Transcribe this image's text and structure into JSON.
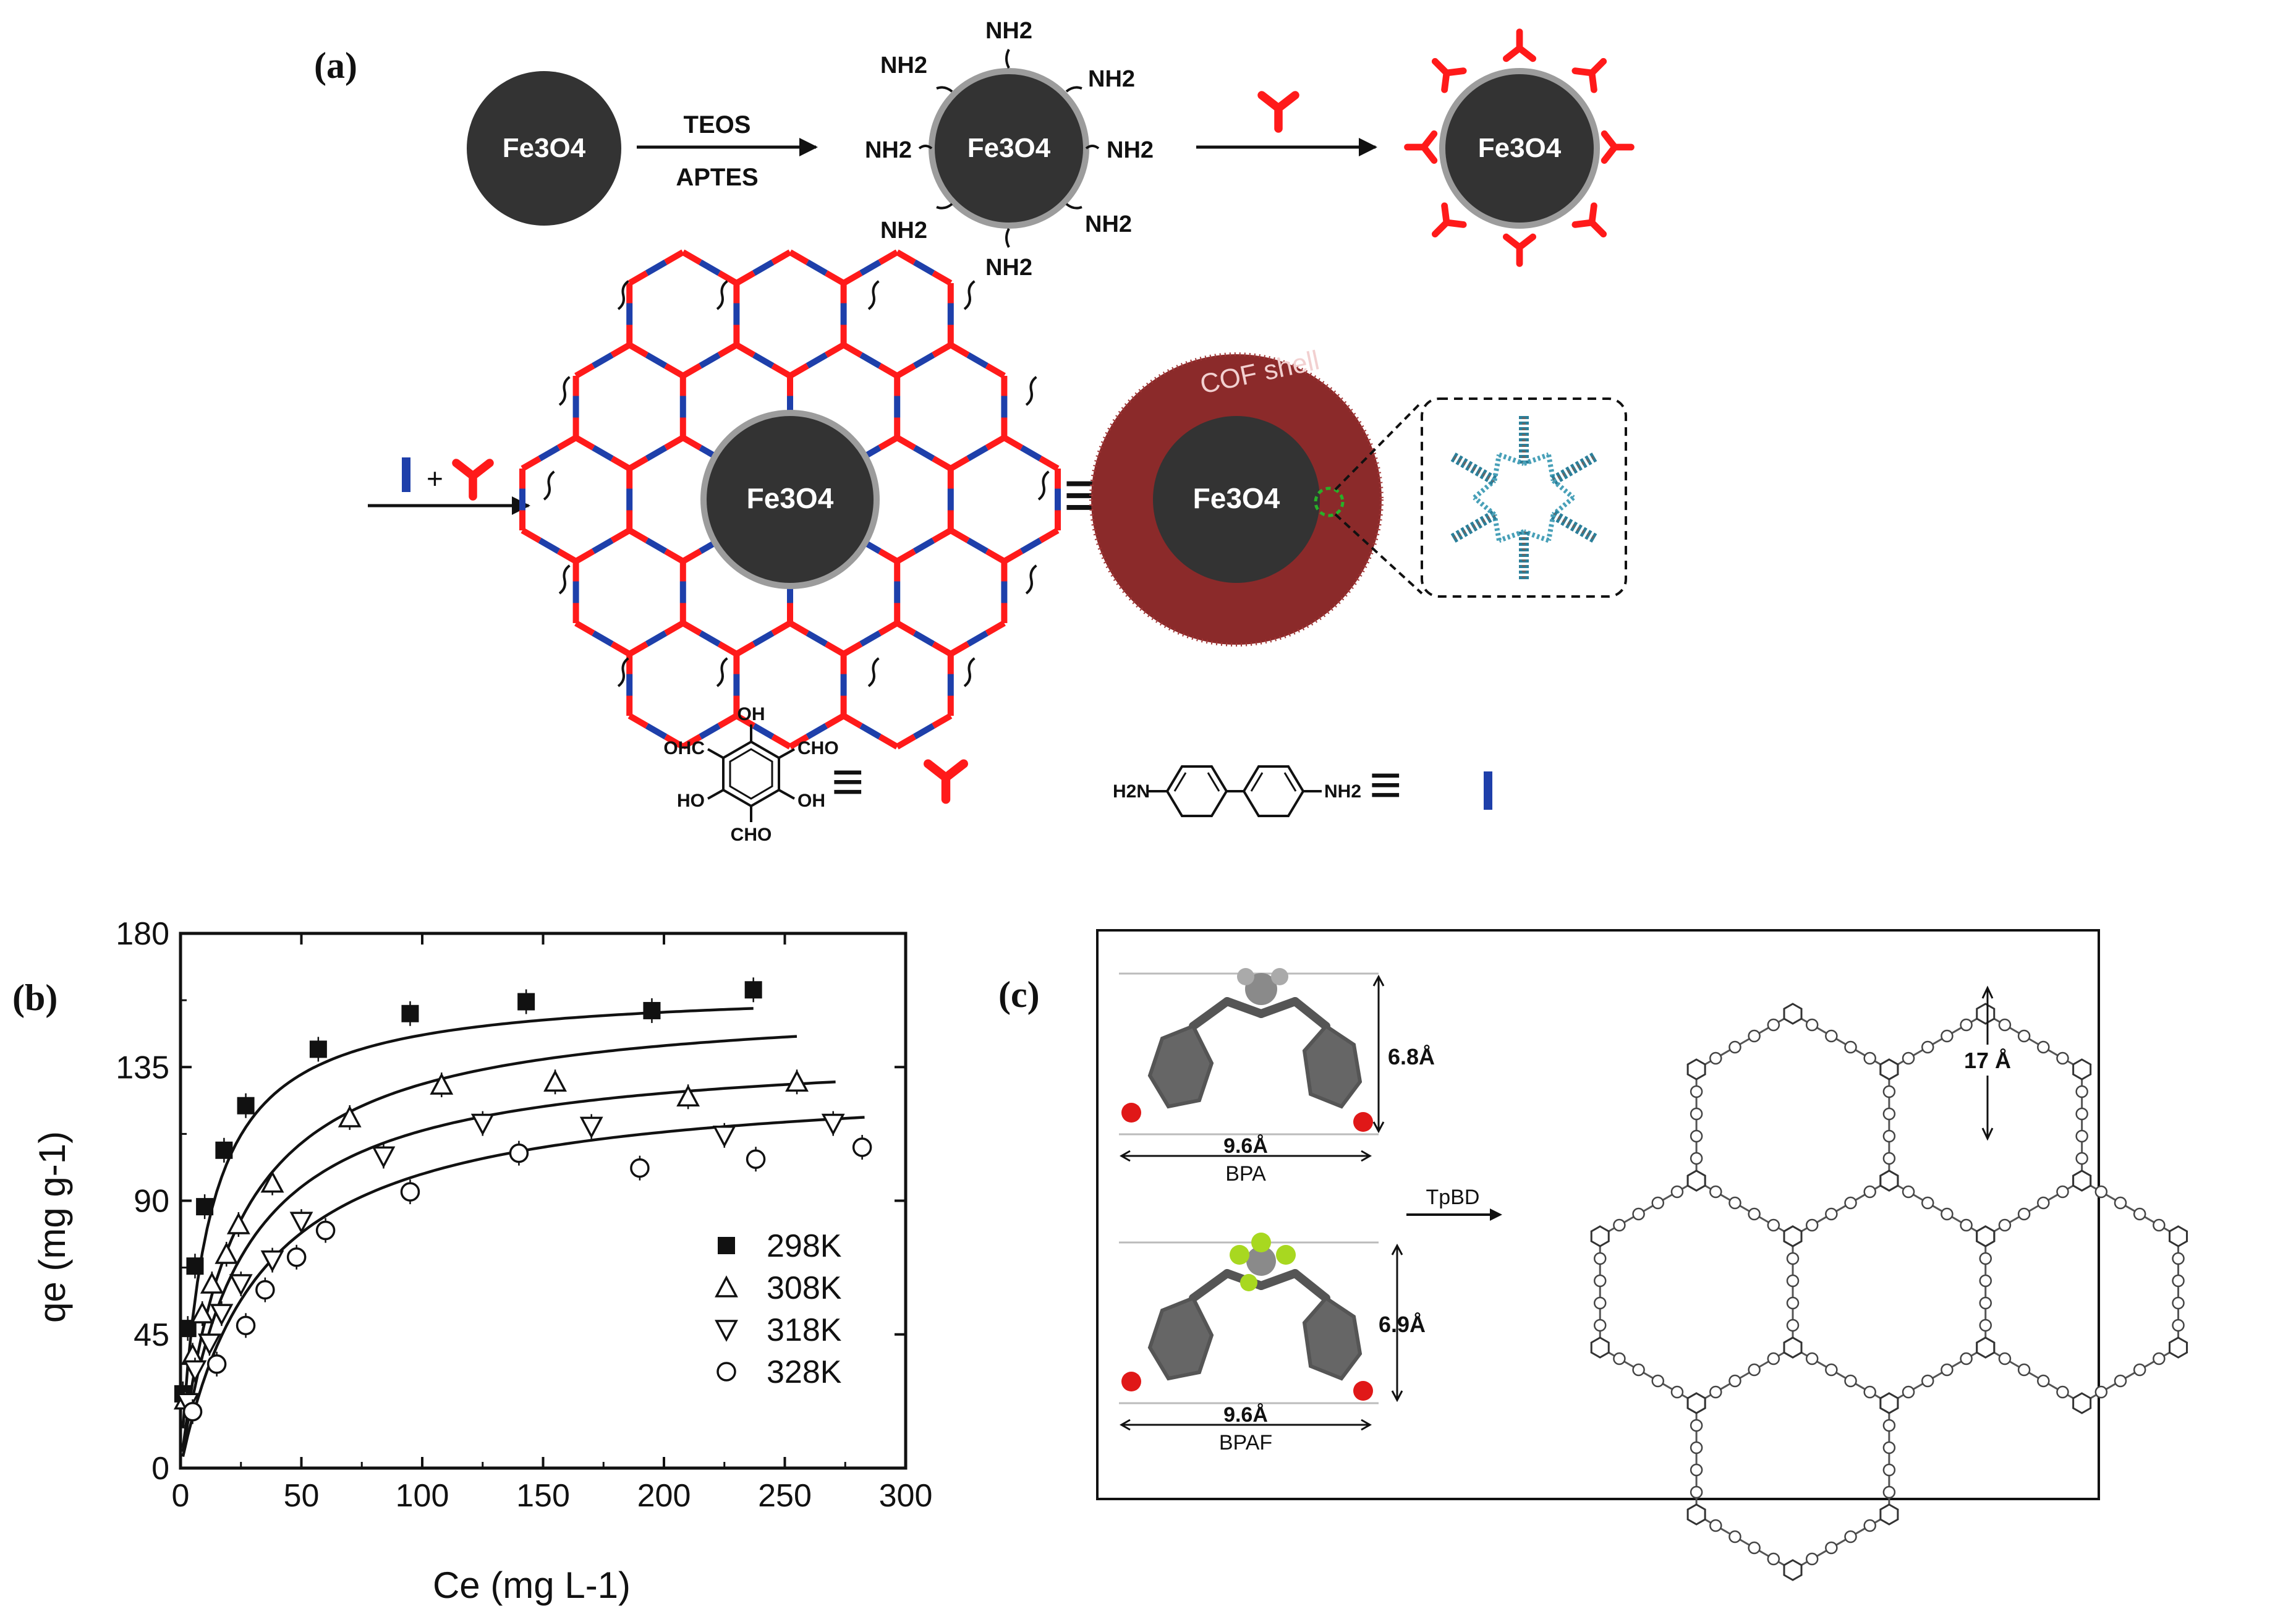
{
  "panels": {
    "a": "(a)",
    "b": "(b)",
    "c": "(c)"
  },
  "scheme_a": {
    "core": "Fe3O4",
    "reagent1": "TEOS",
    "reagent2": "APTES",
    "amine": "NH2",
    "shell": "COF  shell",
    "monomer1": {
      "substituents": [
        "OH",
        "OHC",
        "CHO",
        "HO",
        "OH",
        "CHO"
      ],
      "symbol_color": "#ff1a1a"
    },
    "monomer2": {
      "left": "H2N",
      "right": "NH2",
      "symbol_color": "#1e3faa"
    },
    "equivalent": "≡",
    "plus": "+"
  },
  "chart_data": {
    "type": "scatter",
    "xlabel": "Ce (mg L-1)",
    "ylabel": "qe (mg g-1)",
    "xlim": [
      0,
      300
    ],
    "ylim": [
      0,
      180
    ],
    "xticks": [
      0,
      50,
      100,
      150,
      200,
      250,
      300
    ],
    "yticks": [
      0,
      45,
      90,
      135,
      180
    ],
    "legend_position": "bottom-right",
    "series": [
      {
        "name": "298K",
        "marker": "filled-square",
        "x": [
          1,
          3,
          6,
          10,
          18,
          27,
          57,
          95,
          143,
          195,
          237
        ],
        "y": [
          25,
          47,
          68,
          88,
          107,
          122,
          141,
          153,
          157,
          154,
          161
        ],
        "fit": {
          "qmax": 162,
          "K": 0.09,
          "xmax": 237
        }
      },
      {
        "name": "308K",
        "marker": "open-triangle-up",
        "x": [
          2,
          5,
          9,
          13,
          19,
          24,
          38,
          70,
          108,
          155,
          210,
          255
        ],
        "y": [
          23,
          38,
          52,
          62,
          72,
          82,
          96,
          118,
          129,
          130,
          125,
          130
        ],
        "fit": {
          "qmax": 158,
          "K": 0.045,
          "xmax": 255
        }
      },
      {
        "name": "318K",
        "marker": "open-triangle-down",
        "x": [
          3,
          6,
          12,
          17,
          25,
          38,
          50,
          84,
          125,
          170,
          225,
          270
        ],
        "y": [
          22,
          33,
          42,
          52,
          62,
          70,
          83,
          105,
          116,
          115,
          112,
          116
        ],
        "fit": {
          "qmax": 142,
          "K": 0.04,
          "xmax": 272
        }
      },
      {
        "name": "328K",
        "marker": "open-circle",
        "x": [
          5,
          15,
          27,
          35,
          48,
          60,
          95,
          140,
          190,
          238,
          282
        ],
        "y": [
          19,
          35,
          48,
          60,
          71,
          80,
          93,
          106,
          101,
          104,
          108
        ],
        "fit": {
          "qmax": 132,
          "K": 0.03,
          "xmax": 284
        }
      }
    ]
  },
  "panel_c": {
    "mol1_height": "6.8Å",
    "mol1_width": "9.6Å",
    "mol1_name": "BPA",
    "mol2_height": "6.9Å",
    "mol2_width": "9.6Å",
    "mol2_name": "BPAF",
    "arrow_label": "TpBD",
    "pore_size": "17 Å"
  },
  "colors": {
    "red": "#ff1a1a",
    "blue": "#1e3faa",
    "core": "#333333",
    "shell": "#8b2a2a"
  }
}
